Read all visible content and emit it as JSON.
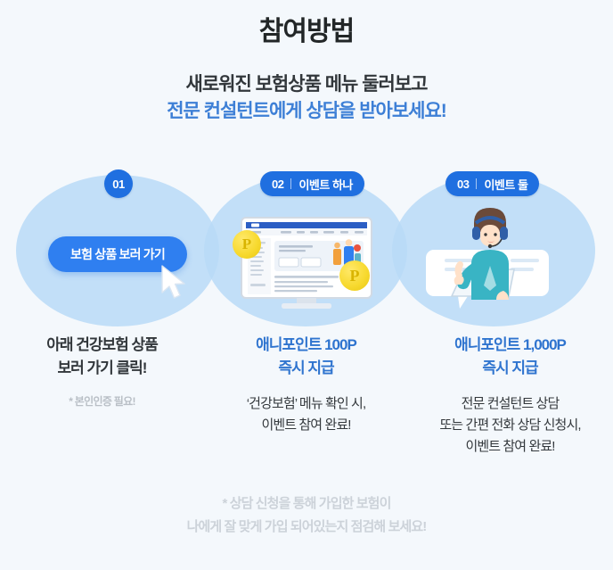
{
  "header": {
    "title": "참여방법",
    "subtitle_line1": "새로워진 보험상품 메뉴 둘러보고",
    "subtitle_line2": "전문 컨설턴트에게 상담을 받아보세요!"
  },
  "steps": [
    {
      "badge_number": "01",
      "badge_label": "",
      "button_label": "보험 상품 보러 가기",
      "caption_head_line1": "아래 건강보험 상품",
      "caption_head_line2": "보러 가기 클릭!",
      "note": "* 본인인증 필요!"
    },
    {
      "badge_number": "02",
      "badge_label": "이벤트 하나",
      "caption_head_line1": "애니포인트 100P",
      "caption_head_line2": "즉시 지급",
      "caption_sub_line1": "‘건강보험’ 메뉴 확인 시,",
      "caption_sub_line2": "이벤트 참여 완료!",
      "coin_label": "P"
    },
    {
      "badge_number": "03",
      "badge_label": "이벤트 둘",
      "caption_head_line1": "애니포인트 1,000P",
      "caption_head_line2": "즉시 지급",
      "caption_sub_line1": "전문 컨설턴트 상담",
      "caption_sub_line2": "또는 간편 전화 상담 신청시,",
      "caption_sub_line3": "이벤트 참여 완료!"
    }
  ],
  "footer": {
    "line1": "* 상담 신청을 통해 가입한 보험이",
    "line2": "나에게 잘 맞게 가입 되어있는지 점검해 보세요!"
  },
  "colors": {
    "background": "#f4f8fc",
    "accent_blue": "#3d7fd6",
    "badge_blue": "#1f6fe0",
    "button_blue": "#2f7ff0",
    "circle_blue": "#b9dbf7",
    "caption_blue": "#2f74cf",
    "coin_yellow": "#f7d92e",
    "muted_gray": "#ccd2d9"
  }
}
